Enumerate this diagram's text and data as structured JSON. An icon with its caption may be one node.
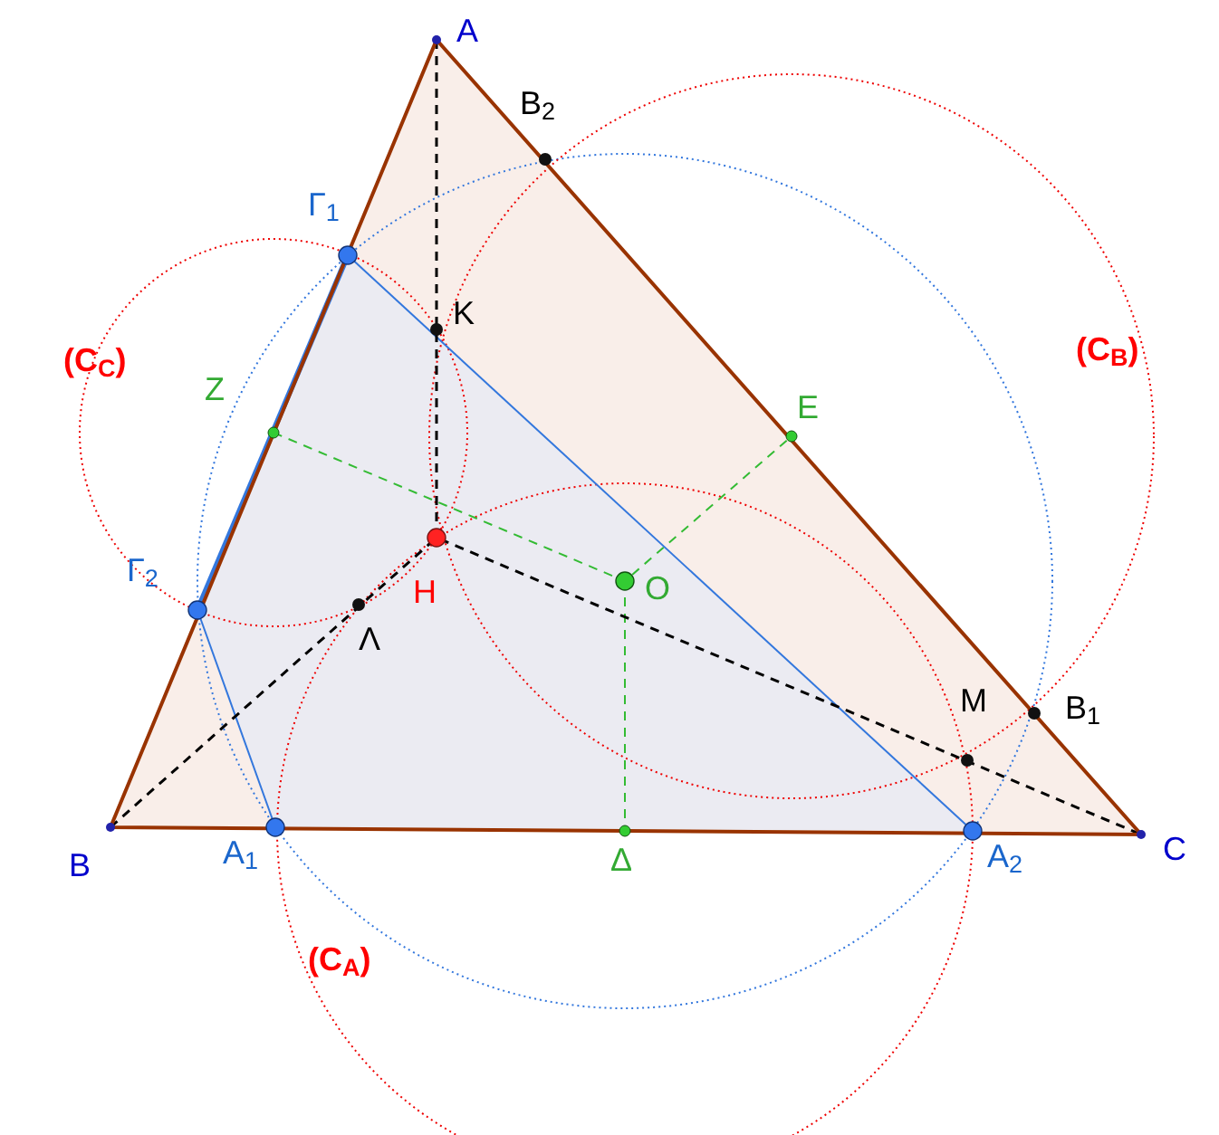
{
  "diagram": {
    "labels": [
      "A",
      "B$_{2}$",
      "Γ$_{1}$",
      "K",
      "(C$_{C}$)",
      "Z",
      "E",
      "(C$_{B}$)",
      "Γ$_{2}$",
      "H",
      "O",
      "Λ",
      "M",
      "B$_{1}$",
      "B",
      "A$_{1}$",
      "Δ",
      "A$_{2}$",
      "C",
      "(C$_{A}$)"
    ]
  }
}
